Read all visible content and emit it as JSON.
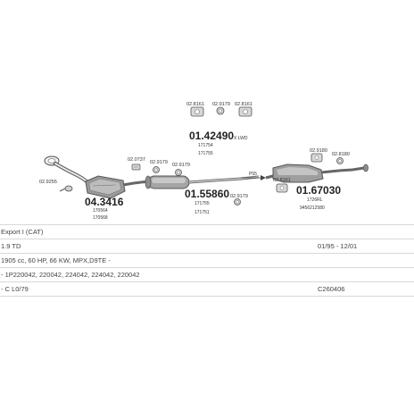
{
  "diagram": {
    "labels": {
      "p_021_left": "02.9255",
      "p_033": "02.0737",
      "p_main_left": "04.3416",
      "p_main_left_ref1": "170564",
      "p_main_left_ref2": "170568",
      "p_029179_a": "02.9179",
      "p_029179_b": "02.9179",
      "p_029179_c": "02.9179",
      "p_top_1": "02.8161",
      "p_top_2": "02.9179",
      "p_top_3": "02.8161",
      "p_top_main": "01.42490",
      "p_top_suffix": "X LWD",
      "p_top_ref1": "171754",
      "p_top_ref2": "171755",
      "p_mid_main": "01.55860",
      "p_mid_ref1": "171755",
      "p_mid_ref2": "171751",
      "p_55": "P55",
      "p_right_1": "02.9180",
      "p_right_2": "02.8180",
      "p_right_3": "02.8161",
      "p_right_main": "01.67030",
      "p_right_ref1": "1726RL",
      "p_right_ref2": "9456212580"
    }
  },
  "info": {
    "rows": [
      {
        "left": "Export I (CAT)",
        "right": ""
      },
      {
        "left": "1.9 TD",
        "right": "01/95 - 12/01"
      },
      {
        "left": "1905 cc, 60 HP, 66 KW, MPX,D9TE -",
        "right": ""
      },
      {
        "left": "- 1P220042, 220042, 224042, 224042, 220042",
        "right": ""
      },
      {
        "left": "- C L0/79",
        "right": "C260406"
      }
    ]
  }
}
